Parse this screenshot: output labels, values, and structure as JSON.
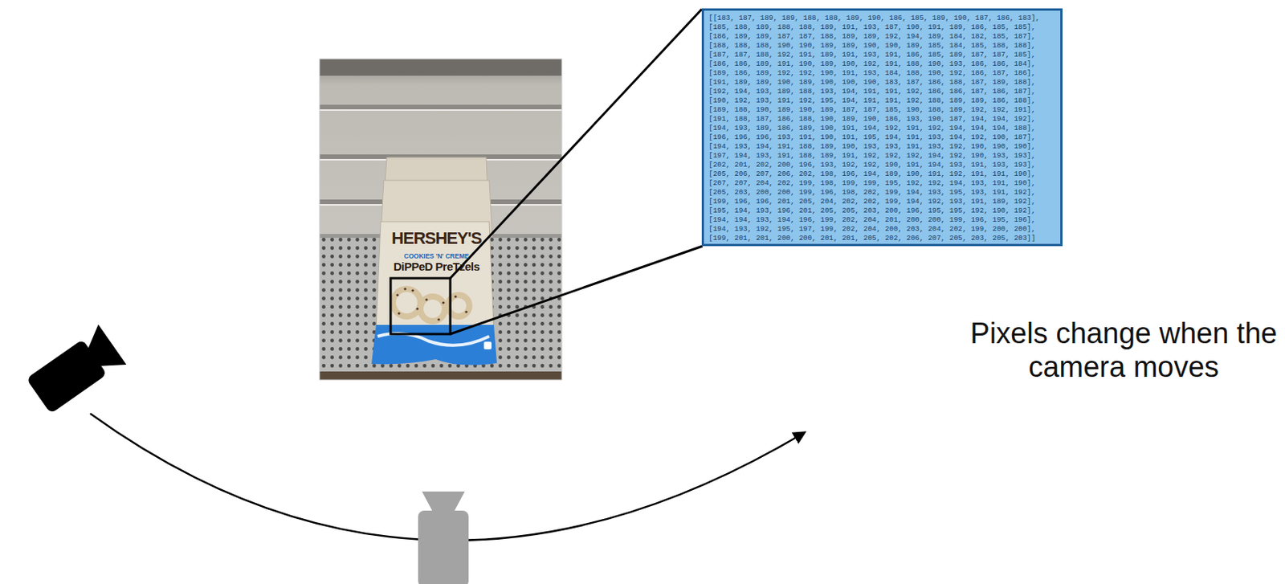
{
  "diagram": {
    "nodes": [
      {
        "text": [
          "[[183, 187, 189, 189, 188, 188, 189, 190, 186, 185, 189, 190, 187, 186, 183],",
          "[185, 188, 189, 188, 188, 189, 191, 193, 187, 190, 191, 189, 186, 185, 185],",
          "[186, 189, 189, 187, 187, 188, 189, 189, 192, 194, 189, 184, 182, 185, 187],",
          "[188, 188, 188, 190, 190, 189, 189, 190, 190, 189, 185, 184, 185, 188, 188],",
          "[187, 187, 188, 192, 191, 189, 191, 193, 191, 186, 185, 189, 187, 187, 185],",
          "[186, 186, 189, 191, 190, 189, 190, 192, 191, 188, 190, 193, 186, 186, 184],",
          "[189, 186, 189, 192, 192, 190, 191, 193, 184, 188, 190, 192, 186, 187, 186],",
          "[191, 189, 189, 190, 189, 190, 190, 190, 183, 187, 186, 188, 187, 189, 188],",
          "[192, 194, 193, 189, 188, 193, 194, 191, 191, 192, 186, 186, 187, 186, 187],",
          "[190, 192, 193, 191, 192, 195, 194, 191, 191, 192, 188, 189, 189, 186, 188],",
          "[189, 188, 190, 189, 190, 189, 187, 187, 185, 190, 188, 189, 192, 192, 191],",
          "[191, 188, 187, 186, 188, 190, 189, 190, 186, 193, 190, 187, 194, 194, 192],",
          "[194, 193, 189, 186, 189, 190, 191, 194, 192, 191, 192, 194, 194, 194, 188],",
          "[196, 196, 196, 193, 191, 190, 191, 195, 194, 191, 193, 194, 192, 190, 187],",
          "[194, 193, 194, 191, 188, 189, 190, 193, 193, 191, 193, 192, 190, 190, 190],",
          "[197, 194, 193, 191, 188, 189, 191, 192, 192, 192, 194, 192, 190, 193, 193],",
          "[202, 201, 202, 200, 196, 193, 192, 192, 190, 191, 194, 193, 191, 193, 193],",
          "[205, 206, 207, 206, 202, 198, 196, 194, 189, 190, 191, 192, 191, 191, 190],",
          "[207, 207, 204, 202, 199, 198, 199, 199, 195, 192, 192, 194, 193, 191, 190],",
          "[205, 203, 200, 200, 199, 196, 198, 202, 199, 194, 193, 195, 193, 191, 192],",
          "[199, 196, 196, 201, 205, 204, 202, 202, 199, 194, 192, 193, 191, 189, 192],",
          "[195, 194, 193, 196, 201, 205, 205, 203, 200, 196, 195, 195, 192, 190, 192],",
          "[194, 194, 193, 194, 196, 199, 202, 204, 201, 200, 200, 199, 196, 195, 196],",
          "[194, 193, 192, 195, 197, 199, 202, 204, 200, 203, 204, 202, 199, 200, 200],",
          "[199, 201, 201, 200, 200, 201, 201, 205, 202, 206, 207, 205, 203, 205, 203]]"
        ]
      }
    ],
    "labels": [
      "HERSHEY'S",
      "COOKIES 'N' CREME",
      "DiPPeD PreTzels",
      "Pixels change when the camera moves"
    ]
  }
}
